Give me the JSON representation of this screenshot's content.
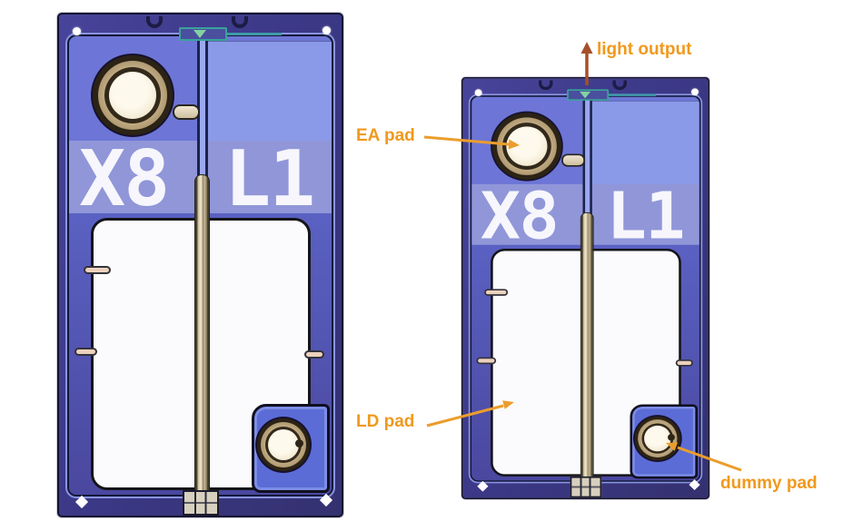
{
  "figure": {
    "chip_marking_left": "X8",
    "chip_marking_right": "L1",
    "labels": {
      "light_output": "light output",
      "ea_pad": "EA pad",
      "ld_pad": "LD pad",
      "dummy_pad": "dummy pad"
    },
    "colors": {
      "annotation_text": "#f0991e",
      "annotation_arrow": "#eb9d2c",
      "light_output_arrow": "#a4502a",
      "chip_frame_navy": "#3c3988",
      "field_blue": "#6d76d6",
      "ea_region_blue": "#8b9ae8",
      "marking_band_blue": "#9096d8",
      "lower_field_blue": "#5158b4",
      "ld_pad_white": "#fbfbfd",
      "pad_center_cream": "#f8f2e2",
      "metal_tan": "#cfc0a0",
      "facet_marker_teal": "#3aa39a",
      "facet_marker_green": "#82d2a2"
    }
  }
}
